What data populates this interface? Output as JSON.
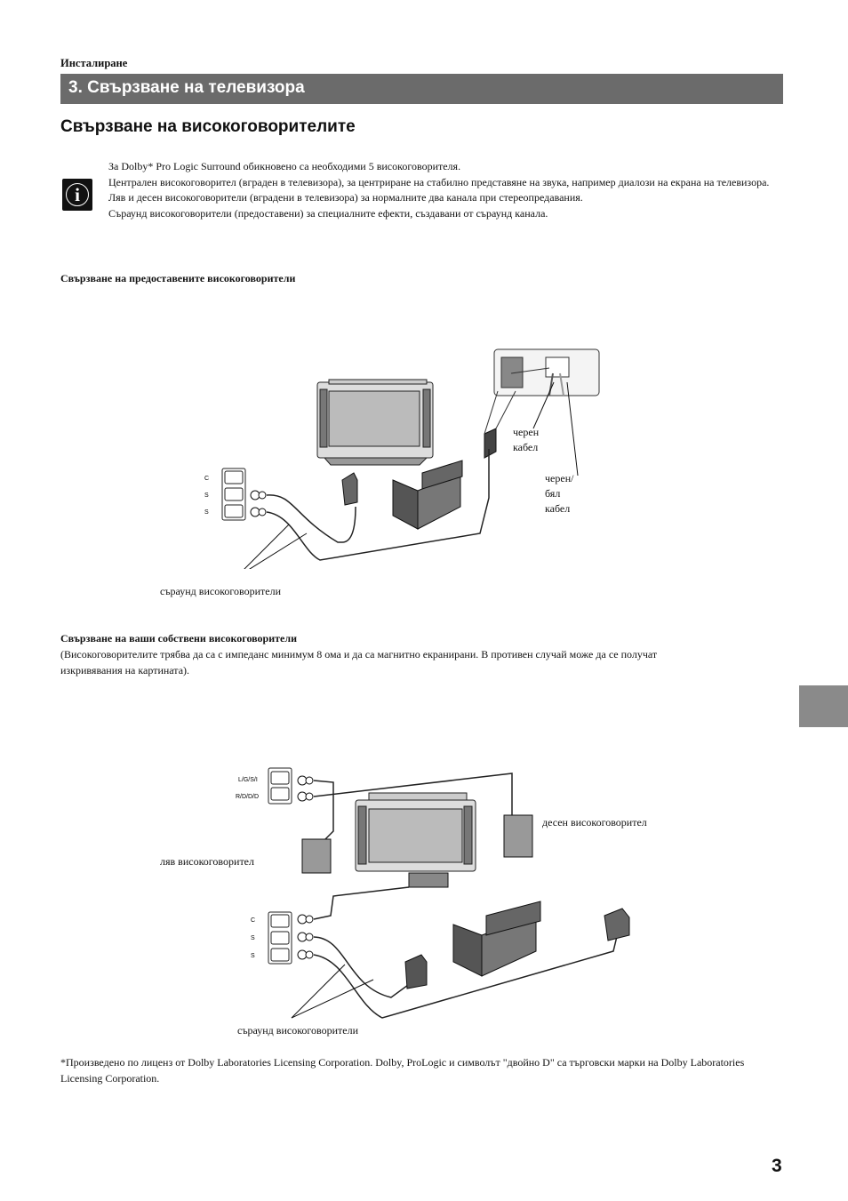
{
  "header": {
    "section_label": "Инсталиране",
    "title": "3. Свързване на телевизора"
  },
  "subtitle": "Свързване на високоговорителите",
  "info": {
    "icon": "info-icon",
    "lines": [
      "За Dolby* Pro Logic Surround обикновено са необходими 5 високоговорителя.",
      "Централен високоговорител (вграден в телевизора), за центриране на стабилно представяне на звука, например диалози на екрана на телевизора.",
      "Ляв и десен високоговорители (вградени в телевизора) за нормалните два канала при стереопредавания.",
      "Съраунд високоговорители (предоставени) за специалните ефекти, създавани от съраунд канала."
    ]
  },
  "section1": {
    "heading": "Свързване на предоставените високоговорители",
    "diagram": {
      "terminal_labels": [
        "C",
        "S",
        "S"
      ],
      "label_black_cable": [
        "черен",
        "кабел"
      ],
      "label_black_white_cable": [
        "черен/",
        "бял",
        "кабел"
      ],
      "label_surround": "съраунд високоговорители"
    }
  },
  "section2": {
    "heading": "Свързване на ваши собствени високоговорители",
    "body": "(Високоговорителите трябва да са с импеданс минимум 8 ома и да са магнитно екранирани. В противен случай може да се получат изкривявания на картината).",
    "diagram": {
      "terminal_top_labels": [
        "L/G/S/I",
        "R/D/D/D"
      ],
      "terminal_labels": [
        "C",
        "S",
        "S"
      ],
      "label_right": "десен високоговорител",
      "label_left": "ляв високоговорител",
      "label_surround": "съраунд високоговорители"
    }
  },
  "footnote": "*Произведено по лиценз от Dolby Laboratories Licensing Corporation.  Dolby, ProLogic и символът \"двойно D\" са търговски марки на Dolby Laboratories Licensing Corporation.",
  "page_number": "3",
  "colors": {
    "title_bar": "#6b6b6b",
    "side_tab": "#8a8a8a"
  }
}
